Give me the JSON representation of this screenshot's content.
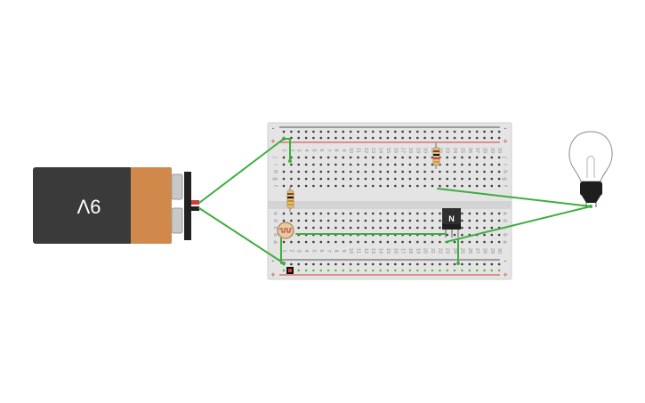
{
  "battery": {
    "label": "9V",
    "body_color": "#3a3a3a",
    "cap_color": "#d1894b",
    "terminal_color": "#c8c8c8"
  },
  "breadboard": {
    "column_numbers": [
      "1",
      "2",
      "3",
      "4",
      "5",
      "6",
      "7",
      "8",
      "9",
      "10",
      "11",
      "12",
      "13",
      "14",
      "15",
      "16",
      "17",
      "18",
      "19",
      "20",
      "21",
      "22",
      "23",
      "24",
      "25",
      "26",
      "27",
      "28",
      "29",
      "30"
    ],
    "row_letters_top": [
      "j",
      "i",
      "h",
      "g",
      "f"
    ],
    "row_letters_bottom": [
      "e",
      "d",
      "c",
      "b",
      "a"
    ],
    "rail_plus": "+",
    "rail_minus": "-",
    "body_color": "#e4e4e4"
  },
  "transistor": {
    "label": "N",
    "color": "#2f2f2f"
  },
  "colors": {
    "wire": "#3dae3d",
    "rail_red": "#d23c3c",
    "rail_dark": "#555555",
    "resistor_body": "#dcc08a",
    "bulb_base": "#1e1e1e"
  }
}
